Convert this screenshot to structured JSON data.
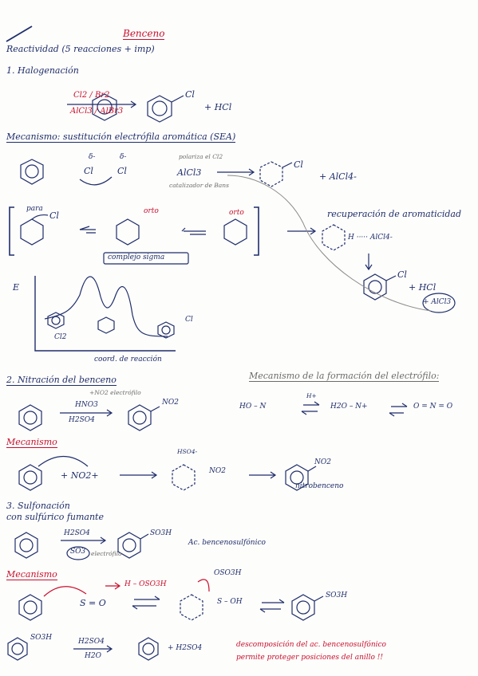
{
  "title": "Benceno",
  "reactivity": "Reactividad (5 reacciones + imp)",
  "s1": {
    "heading": "1. Halogenación",
    "reagents_top": "Cl2 / Br2",
    "reagents_bottom": "AlCl3 / AlBr3",
    "product_sub": "Cl",
    "plus_hcl": "+ HCl"
  },
  "mech1": {
    "heading": "Mecanismo: sustitución electrófila aromática (SEA)",
    "delta1": "δ-",
    "delta2": "δ-",
    "cl1": "Cl",
    "cl2": "Cl",
    "note_top": "polariza el Cl2",
    "catalyst": "AlCl3",
    "note_bottom": "catalizador de Bans",
    "prod_cl": "Cl",
    "alcl4": "+ AlCl4-",
    "para": "para",
    "orto1": "orto",
    "orto2": "orto",
    "ion_cl": "Cl",
    "complejo": "complejo sigma",
    "recuperacion": "recuperación de aromaticidad",
    "h_alcl4": "H ····· AlCl4-",
    "final_cl": "Cl",
    "final_hcl": "+ HCl",
    "final_alcl3": "+ AlCl3"
  },
  "energy": {
    "y_label": "E",
    "start_label": "Cl2",
    "x_label": "coord. de reacción",
    "cl_label": "Cl"
  },
  "s2": {
    "heading": "2. Nitración del benceno",
    "electrophile_note": "+NO2 electrófilo",
    "reagent_top": "HNO3",
    "reagent_bottom": "H2SO4",
    "product_sub": "NO2",
    "mech_heading": "Mecanismo de la formación del electrófilo:",
    "mech_left": "HO – N",
    "h_plus": "H+",
    "mech_mid": "H2O – N+",
    "mech_right": "O = N = O"
  },
  "mech2": {
    "heading": "Mecanismo",
    "plus_no2": "+ NO2+",
    "hso4": "HSO4-",
    "no2": "NO2",
    "product_sub": "NO2",
    "product_name": "nitrobenceno"
  },
  "s3": {
    "heading": "3. Sulfonación",
    "subheading": "con sulfúrico fumante",
    "reagent_top": "H2SO4",
    "reagent_bottom": "SO3",
    "electrophile": "electrófilo",
    "product_sub": "SO3H",
    "product_name": "Ac. bencenosulfónico"
  },
  "mech3": {
    "heading": "Mecanismo",
    "so3": "S = O",
    "h_oso3h": "H – OSO3H",
    "oso3h": "OSO3H",
    "so_oh": "S – OH",
    "product_sub": "SO3H",
    "rev_start": "SO3H",
    "rev_top": "H2SO4",
    "rev_bottom": "H2O",
    "rev_plus": "+ H2SO4",
    "note_line1": "descomposición del ac. bencenosulfónico",
    "note_line2": "permite proteger posiciones del anillo !!"
  }
}
